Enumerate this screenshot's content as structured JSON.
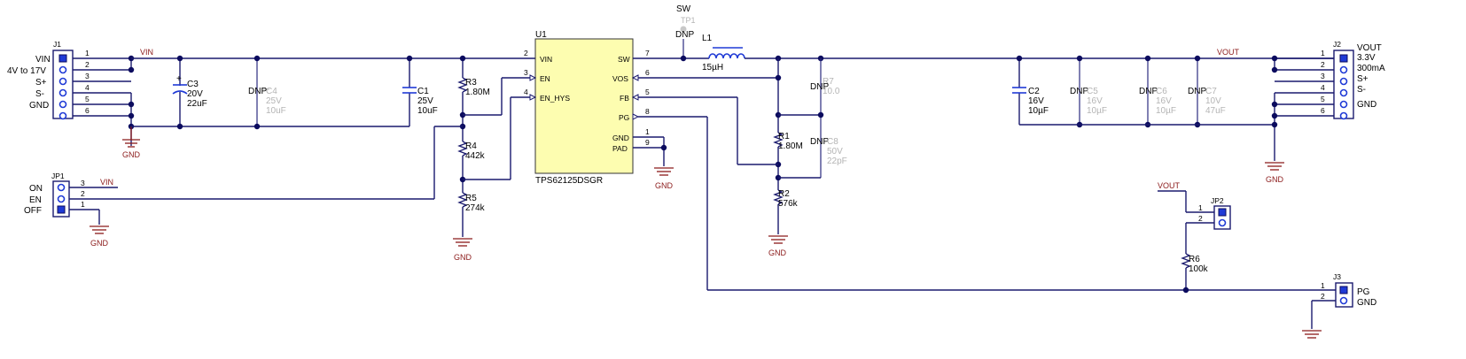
{
  "netlabels": {
    "vin_top": "VIN",
    "vin_jp1": "VIN",
    "vout_top": "VOUT",
    "vout_jp2": "VOUT",
    "sw_top": "SW",
    "gnd": "GND"
  },
  "j1": {
    "ref": "J1",
    "pins": [
      "1",
      "2",
      "3",
      "4",
      "5",
      "6"
    ],
    "labels": [
      "VIN",
      "4V to 17V",
      "S+",
      "S-",
      "",
      "GND"
    ]
  },
  "j2": {
    "ref": "J2",
    "pins": [
      "1",
      "2",
      "3",
      "4",
      "5",
      "6"
    ],
    "labels": [
      "VOUT",
      "3.3V",
      "300mA",
      "S+",
      "S-",
      "",
      "GND"
    ]
  },
  "j3": {
    "ref": "J3",
    "pins": [
      "1",
      "2"
    ],
    "labels": [
      "PG",
      "GND"
    ]
  },
  "jp1": {
    "ref": "JP1",
    "pins": [
      "3",
      "2",
      "1"
    ],
    "labels": [
      "ON",
      "EN",
      "OFF"
    ]
  },
  "jp2": {
    "ref": "JP2",
    "pins": [
      "1",
      "2"
    ]
  },
  "u1": {
    "ref": "U1",
    "part": "TPS62125DSGR",
    "left_pins": [
      {
        "name": "VIN",
        "num": "2"
      },
      {
        "name": "EN",
        "num": "3"
      },
      {
        "name": "EN_HYS",
        "num": "4"
      }
    ],
    "right_pins": [
      {
        "name": "SW",
        "num": "7"
      },
      {
        "name": "VOS",
        "num": "6"
      },
      {
        "name": "FB",
        "num": "5"
      },
      {
        "name": "PG",
        "num": "8"
      },
      {
        "name": "GND",
        "num": "1"
      },
      {
        "name": "PAD",
        "num": "9"
      }
    ]
  },
  "tp1": {
    "ref": "TP1",
    "dnp": "DNP"
  },
  "l1": {
    "ref": "L1",
    "value": "15µH"
  },
  "caps": {
    "c3": {
      "ref": "C3",
      "v": "20V",
      "val": "22uF"
    },
    "c4": {
      "ref": "C4",
      "dnp": "DNP",
      "v": "25V",
      "val": "10uF"
    },
    "c1": {
      "ref": "C1",
      "v": "25V",
      "val": "10uF"
    },
    "c2": {
      "ref": "C2",
      "v": "16V",
      "val": "10µF"
    },
    "c5": {
      "ref": "C5",
      "dnp": "DNP",
      "v": "16V",
      "val": "10µF"
    },
    "c6": {
      "ref": "C6",
      "dnp": "DNP",
      "v": "16V",
      "val": "10µF"
    },
    "c7": {
      "ref": "C7",
      "dnp": "DNP",
      "v": "10V",
      "val": "47uF"
    },
    "c8": {
      "ref": "C8",
      "dnp": "DNP",
      "v": "50V",
      "val": "22pF"
    }
  },
  "res": {
    "r3": {
      "ref": "R3",
      "val": "1.80M"
    },
    "r4": {
      "ref": "R4",
      "val": "442k"
    },
    "r5": {
      "ref": "R5",
      "val": "274k"
    },
    "r7": {
      "ref": "R7",
      "dnp": "DNP",
      "val": "10.0"
    },
    "r1": {
      "ref": "R1",
      "val": "1.80M"
    },
    "r2": {
      "ref": "R2",
      "val": "576k"
    },
    "r6": {
      "ref": "R6",
      "val": "100k"
    }
  }
}
